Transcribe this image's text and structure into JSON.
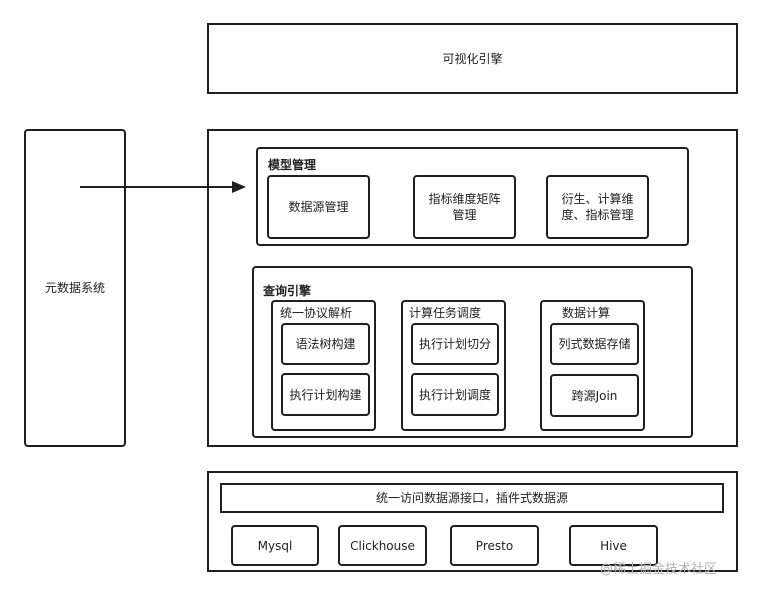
{
  "visualization_engine": "可视化引擎",
  "metadata_system": "元数据系统",
  "model_management": {
    "title": "模型管理",
    "items": [
      "数据源管理",
      "指标维度矩阵管理",
      "衍生、计算维度、指标管理"
    ]
  },
  "query_engine": {
    "title": "查询引擎",
    "groups": [
      {
        "title": "统一协议解析",
        "items": [
          "语法树构建",
          "执行计划构建"
        ]
      },
      {
        "title": "计算任务调度",
        "items": [
          "执行计划切分",
          "执行计划调度"
        ]
      },
      {
        "title": "数据计算",
        "items": [
          "列式数据存储",
          "跨源Join"
        ]
      }
    ]
  },
  "data_access": {
    "title": "统一访问数据源接口，插件式数据源",
    "sources": [
      "Mysql",
      "Clickhouse",
      "Presto",
      "Hive"
    ]
  },
  "watermark": "@稀土掘金技术社区"
}
